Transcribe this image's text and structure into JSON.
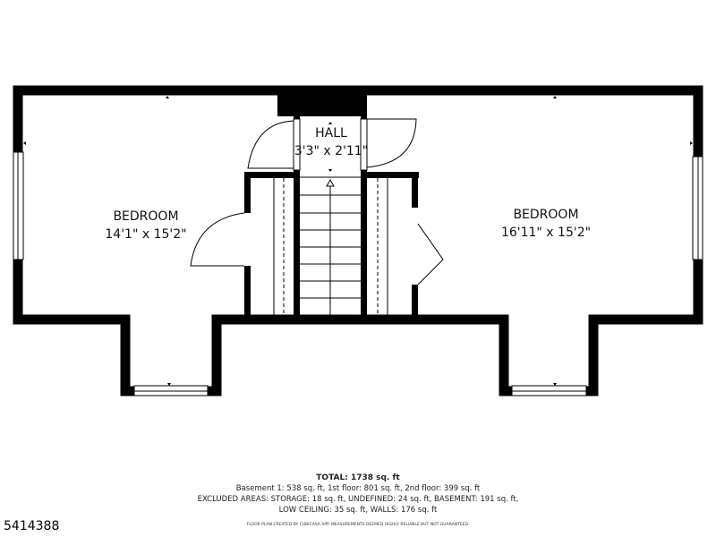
{
  "rooms": [
    {
      "name": "BEDROOM",
      "dims": "14'1\" x 15'2\""
    },
    {
      "name": "HALL",
      "dims": "3'3\" x 2'11\""
    },
    {
      "name": "BEDROOM",
      "dims": "16'11\" x 15'2\""
    }
  ],
  "footer": {
    "total": "TOTAL: 1738 sq. ft",
    "floors": "Basement 1: 538 sq. ft, 1st floor: 801 sq. ft, 2nd floor: 399 sq. ft",
    "excluded_1": "EXCLUDED AREAS: STORAGE: 18 sq. ft, UNDEFINED: 24 sq. ft, BASEMENT: 191 sq. ft,",
    "excluded_2": "LOW CEILING: 35 sq. ft, WALLS: 176 sq. ft",
    "disclaimer": "FLOOR PLAN CREATED BY CUBICASA APP. MEASUREMENTS DEEMED HIGHLY RELIABLE BUT NOT GUARANTEED."
  },
  "listing_id": "5414388"
}
